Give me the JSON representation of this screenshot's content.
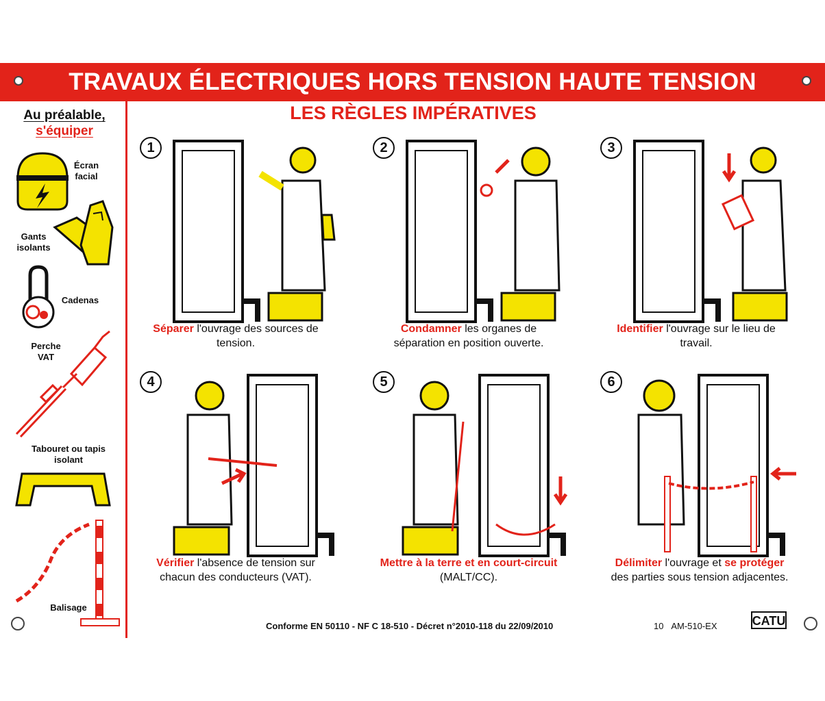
{
  "header": {
    "title": "TRAVAUX ÉLECTRIQUES HORS TENSION HAUTE TENSION"
  },
  "sidebar": {
    "title_line1": "Au préalable,",
    "title_line2": "s'équiper",
    "items": [
      {
        "label_line1": "Écran",
        "label_line2": "facial",
        "icon": "face-shield-icon"
      },
      {
        "label_line1": "Gants",
        "label_line2": "isolants",
        "icon": "gloves-icon"
      },
      {
        "label_line1": "Cadenas",
        "label_line2": "",
        "icon": "padlock-icon"
      },
      {
        "label_line1": "Perche",
        "label_line2": "VAT",
        "icon": "voltage-tester-pole-icon"
      },
      {
        "label_line1": "Tabouret ou tapis",
        "label_line2": "isolant",
        "icon": "insulating-stool-icon"
      },
      {
        "label_line1": "Balisage",
        "label_line2": "",
        "icon": "barrier-chain-icon"
      }
    ]
  },
  "main": {
    "title": "LES RÈGLES IMPÉRATIVES",
    "steps": [
      {
        "number": "1",
        "bold": "Séparer",
        "rest": " l'ouvrage des sources de",
        "line2": "tension."
      },
      {
        "number": "2",
        "bold": "Condamner",
        "rest": " les organes de",
        "line2": "séparation en position ouverte."
      },
      {
        "number": "3",
        "bold": "Identifier",
        "rest": " l'ouvrage sur le lieu de",
        "line2": "travail."
      },
      {
        "number": "4",
        "bold": "Vérifier",
        "rest": " l'absence de tension sur",
        "line2": "chacun des conducteurs (VAT)."
      },
      {
        "number": "5",
        "bold": "Mettre à la terre et en court-circuit",
        "rest": "",
        "line2": "(MALT/CC)."
      },
      {
        "number": "6",
        "bold": "Délimiter",
        "rest": " l'ouvrage et ",
        "bold2": "se protéger",
        "line2": "des parties sous tension adjacentes."
      }
    ]
  },
  "footer": {
    "compliance": "Conforme EN 50110 - NF C 18-510 - Décret n°2010-118 du 22/09/2010",
    "ref_number": "10",
    "ref_code": "AM-510-EX",
    "logo_text": "CATU"
  },
  "colors": {
    "red": "#e2231a",
    "yellow": "#f4e300",
    "black": "#111111"
  }
}
